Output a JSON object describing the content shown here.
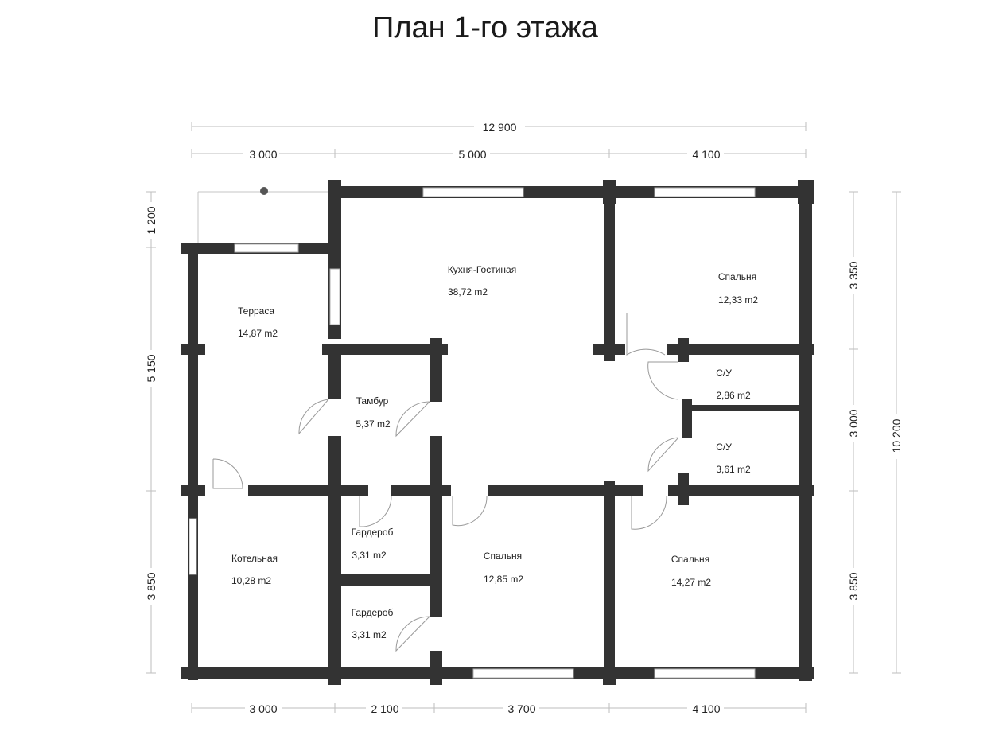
{
  "title": "План 1-го этажа",
  "dimensions": {
    "top_total": "12 900",
    "top_segments": [
      "3 000",
      "5 000",
      "4 100"
    ],
    "bottom_segments": [
      "3 000",
      "2 100",
      "3 700",
      "4 100"
    ],
    "left_segments": [
      "1 200",
      "5 150",
      "3 850"
    ],
    "right_segments": [
      "3 350",
      "3 000",
      "3 850"
    ],
    "right_total": "10 200"
  },
  "rooms": [
    {
      "name": "Терраса",
      "area": "14,87 m2"
    },
    {
      "name": "Кухня-Гостиная",
      "area": "38,72 m2"
    },
    {
      "name": "Спальня",
      "area": "12,33 m2"
    },
    {
      "name": "Тамбур",
      "area": "5,37 m2"
    },
    {
      "name": "С/У",
      "area": "2,86 m2"
    },
    {
      "name": "С/У",
      "area": "3,61 m2"
    },
    {
      "name": "Котельная",
      "area": "10,28 m2"
    },
    {
      "name": "Гардероб",
      "area": "3,31 m2"
    },
    {
      "name": "Гардероб",
      "area": "3,31 m2"
    },
    {
      "name": "Спальня",
      "area": "12,85 m2"
    },
    {
      "name": "Спальня",
      "area": "14,27 m2"
    }
  ],
  "colors": {
    "wall": "#333333",
    "dimension_line": "#bdbdbd",
    "background": "#ffffff"
  }
}
